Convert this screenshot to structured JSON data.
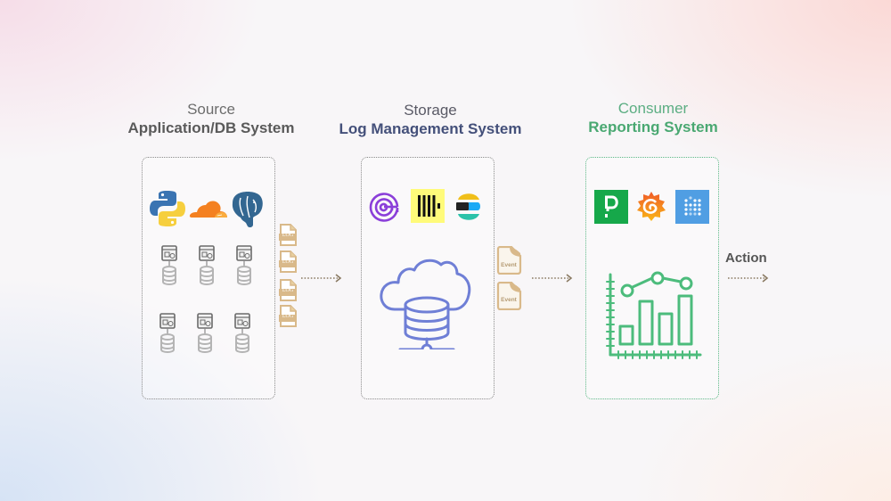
{
  "stages": [
    {
      "subtitle": "Source",
      "title": "Application/DB System",
      "subtitle_color": "#6d6d6d",
      "title_color": "#5a5a5a"
    },
    {
      "subtitle": "Storage",
      "title": "Log Management System",
      "subtitle_color": "#5a5a66",
      "title_color": "#44507a"
    },
    {
      "subtitle": "Consumer",
      "title": "Reporting System",
      "subtitle_color": "#5cae83",
      "title_color": "#4aa872"
    }
  ],
  "source": {
    "logos": [
      "python-logo",
      "cloudflare-logo",
      "postgresql-logo"
    ],
    "server_db_pairs": 6,
    "log_files": [
      "LOG",
      "LOG",
      "LOG",
      "LOG"
    ]
  },
  "storage": {
    "logos": [
      "sumo-logic-logo",
      "clickhouse-logo",
      "elastic-logo"
    ],
    "main_icon": "cloud-database-icon",
    "event_files": [
      "Event",
      "Event"
    ]
  },
  "consumer": {
    "logos": [
      "pagerduty-logo",
      "grafana-logo",
      "metabase-logo"
    ],
    "main_icon": "analytics-chart-icon"
  },
  "action": {
    "label": "Action"
  },
  "colors": {
    "file_accent": "#d9b98a",
    "storage_icon": "#6f7fd6",
    "consumer_icon": "#4cbc7c",
    "arrow": "#8a7a62"
  }
}
